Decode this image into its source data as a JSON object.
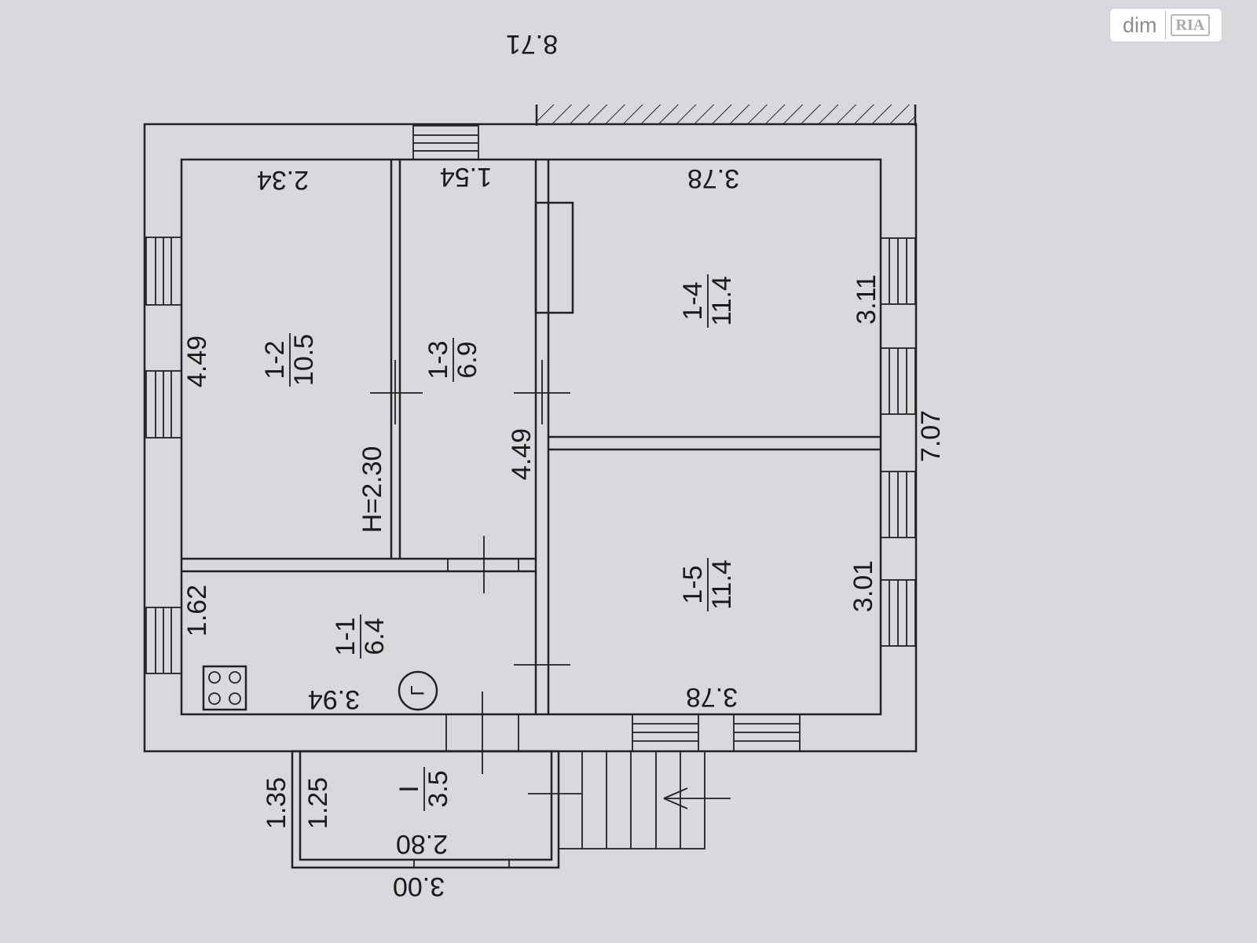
{
  "watermark": {
    "text": "dim",
    "brand": "RIA"
  },
  "dimensions": {
    "overall_width": "8.71",
    "overall_depth": "7.07",
    "room_1_2_top": "2.34",
    "room_1_2_left": "4.49",
    "room_1_3_top": "1.54",
    "room_1_3_right": "4.49",
    "room_1_4_top": "3.78",
    "room_1_4_right": "3.11",
    "room_1_5_bottom": "3.78",
    "room_1_5_right": "3.01",
    "room_1_1_left": "1.62",
    "room_1_1_bottom": "3.94",
    "height": "H=2.30",
    "porch_outer_left": "1.35",
    "porch_inner_left": "1.25",
    "porch_inner_bottom": "2.80",
    "porch_outer_bottom": "3.00"
  },
  "rooms": [
    {
      "id": "1-1",
      "area": "6.4"
    },
    {
      "id": "1-2",
      "area": "10.5"
    },
    {
      "id": "1-3",
      "area": "6.9"
    },
    {
      "id": "1-4",
      "area": "11.4"
    },
    {
      "id": "1-5",
      "area": "11.4"
    },
    {
      "id": "I",
      "area": "3.5"
    }
  ],
  "gas_symbol": "Г",
  "colors": {
    "background": "#d8d9dc",
    "lines": "#222222"
  }
}
